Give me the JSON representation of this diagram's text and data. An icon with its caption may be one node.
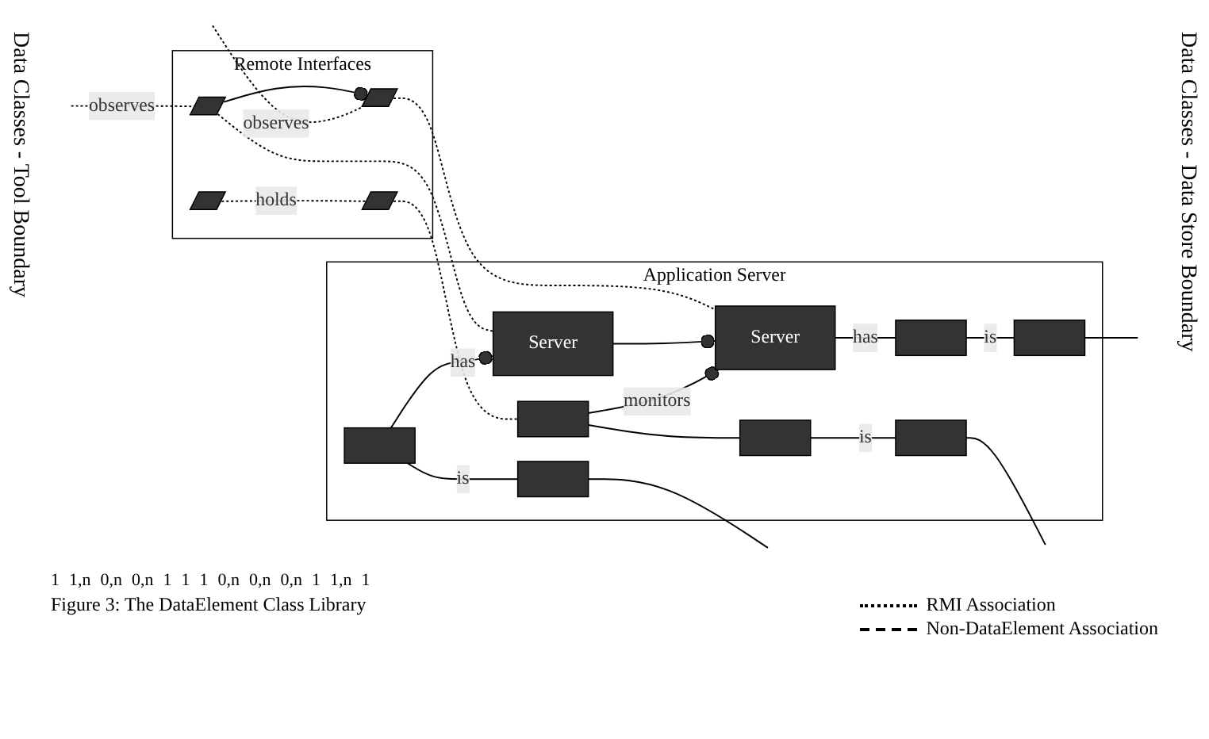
{
  "diagram": {
    "caption": "Figure 3: The DataElement Class Library",
    "nodes": [
      {
        "text": [
          "Remote Interfaces"
        ]
      },
      {
        "text": [
          "Application Server"
        ]
      },
      {
        "text": [],
        "shape": "parallelogram",
        "in": 0
      },
      {
        "text": [],
        "shape": "parallelogram",
        "in": 0
      },
      {
        "text": [],
        "shape": "parallelogram",
        "in": 0
      },
      {
        "text": [],
        "shape": "parallelogram",
        "in": 0
      },
      {
        "text": [],
        "shape": "box",
        "in": 1
      },
      {
        "text": [],
        "shape": "box",
        "in": 1
      },
      {
        "text": [
          "Server"
        ],
        "in": 1
      },
      {
        "text": [],
        "shape": "box",
        "in": 1
      },
      {
        "text": [],
        "shape": "box",
        "in": 1
      },
      {
        "text": [],
        "shape": "box",
        "in": 1
      },
      {
        "text": [
          "Server"
        ],
        "in": 1
      },
      {
        "text": [],
        "shape": "box",
        "in": 1
      },
      {
        "text": [],
        "shape": "box",
        "in": 1
      }
    ],
    "edges": [
      {
        "from": null,
        "to": 2,
        "arrow": "none",
        "label": "observes",
        "style": "dashed"
      },
      {
        "from": 2,
        "to": 8,
        "arrow": "none",
        "style": "dashed"
      },
      {
        "from": 2,
        "to": 5,
        "arrow": "other"
      },
      {
        "from": 3,
        "to": 4,
        "arrow": "none",
        "label": "holds",
        "style": "dashed"
      },
      {
        "from": 4,
        "to": 9,
        "arrow": "none",
        "style": "dashed"
      },
      {
        "from": null,
        "to": 5,
        "arrow": "none",
        "label": "observes",
        "style": "dashed"
      },
      {
        "from": 5,
        "to": 12,
        "arrow": "none",
        "style": "dashed"
      },
      {
        "from": 6,
        "to": 8,
        "arrow": "other",
        "label": "has"
      },
      {
        "from": 6,
        "to": 7,
        "arrow": "none",
        "label": "is"
      },
      {
        "from": 7,
        "to": null,
        "arrow": "none"
      },
      {
        "from": 8,
        "to": 12,
        "arrow": "other"
      },
      {
        "from": 9,
        "to": 10,
        "arrow": "none"
      },
      {
        "from": 9,
        "to": 12,
        "arrow": "other",
        "label": "monitors"
      },
      {
        "from": 10,
        "to": 11,
        "arrow": "none",
        "label": "is"
      },
      {
        "from": 11,
        "to": null,
        "arrow": "none"
      },
      {
        "from": 12,
        "to": 14,
        "arrow": "none",
        "label": "has"
      },
      {
        "from": 14,
        "to": 13,
        "arrow": "none",
        "label": "is"
      },
      {
        "from": 13,
        "to": null,
        "arrow": "none"
      }
    ],
    "labels": [
      "Data Classes - Tool Boundary",
      "Data Classes - Data Store Boundary",
      "1",
      "1,n",
      "0,n",
      "0,n",
      "1",
      "1",
      "1",
      "0,n",
      "0,n",
      "0,n",
      "1",
      "1,n",
      "1"
    ],
    "legend": [
      {
        "text": "RMI Association"
      },
      {
        "text": "Non-DataElement Association"
      }
    ]
  }
}
